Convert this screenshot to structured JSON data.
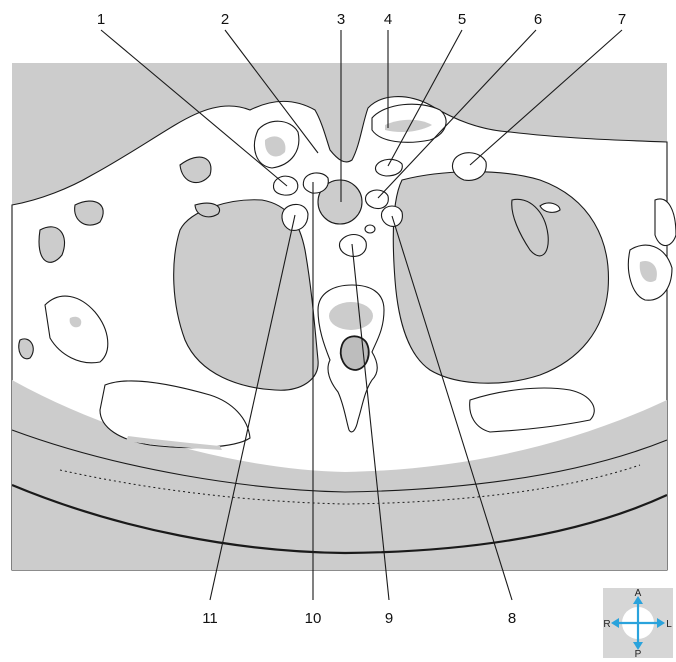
{
  "diagram": {
    "title": "",
    "labels": {
      "l1": "1",
      "l2": "2",
      "l3": "3",
      "l4": "4",
      "l5": "5",
      "l6": "6",
      "l7": "7",
      "l8": "8",
      "l9": "9",
      "l10": "10",
      "l11": "11"
    },
    "orientation": {
      "anterior": "A",
      "posterior": "P",
      "right": "R",
      "left": "L"
    },
    "colors": {
      "tissue_grey": "#cccccc",
      "outline": "#1a1a1a",
      "arrow_blue": "#2aa3dc"
    }
  }
}
